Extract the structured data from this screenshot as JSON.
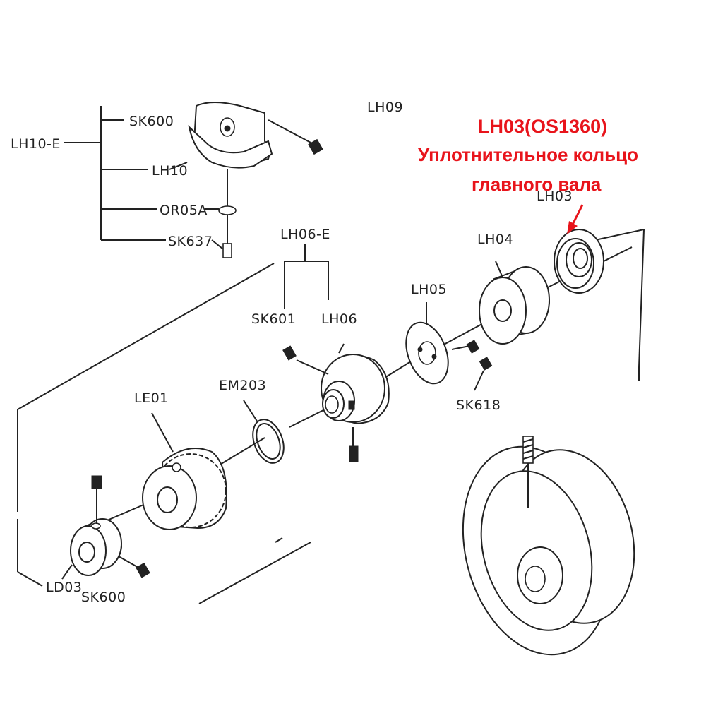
{
  "callout": {
    "code": "LH03(OS1360)",
    "line1": "Уплотнительное кольцо",
    "line2": "главного вала",
    "color": "#e8141b"
  },
  "labels": {
    "lh10e": "LH10-E",
    "sk600_top": "SK600",
    "lh10": "LH10",
    "or05a": "OR05A",
    "sk637": "SK637",
    "lh09": "LH09",
    "lh06e": "LH06-E",
    "sk601": "SK601",
    "lh06": "LH06",
    "lh05": "LH05",
    "lh04": "LH04",
    "lh03": "LH03",
    "sk618": "SK618",
    "em203": "EM203",
    "le01": "LE01",
    "ld03": "LD03",
    "sk600_bottom": "SK600"
  }
}
